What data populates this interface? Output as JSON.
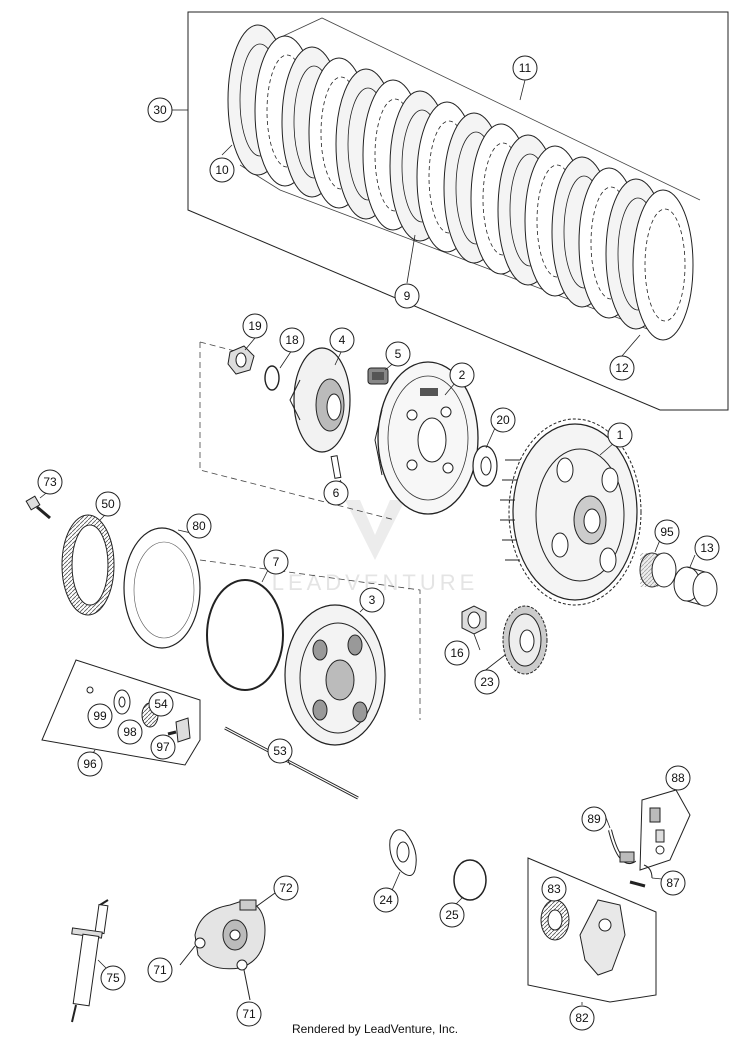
{
  "footer": "Rendered by LeadVenture, Inc.",
  "watermark": "LEADVENTURE",
  "callouts": [
    "30",
    "10",
    "11",
    "9",
    "12",
    "19",
    "18",
    "4",
    "5",
    "2",
    "1",
    "20",
    "6",
    "73",
    "50",
    "80",
    "7",
    "3",
    "95",
    "13",
    "16",
    "23",
    "99",
    "98",
    "97",
    "54",
    "96",
    "53",
    "88",
    "89",
    "87",
    "24",
    "25",
    "83",
    "72",
    "71",
    "75",
    "82"
  ]
}
